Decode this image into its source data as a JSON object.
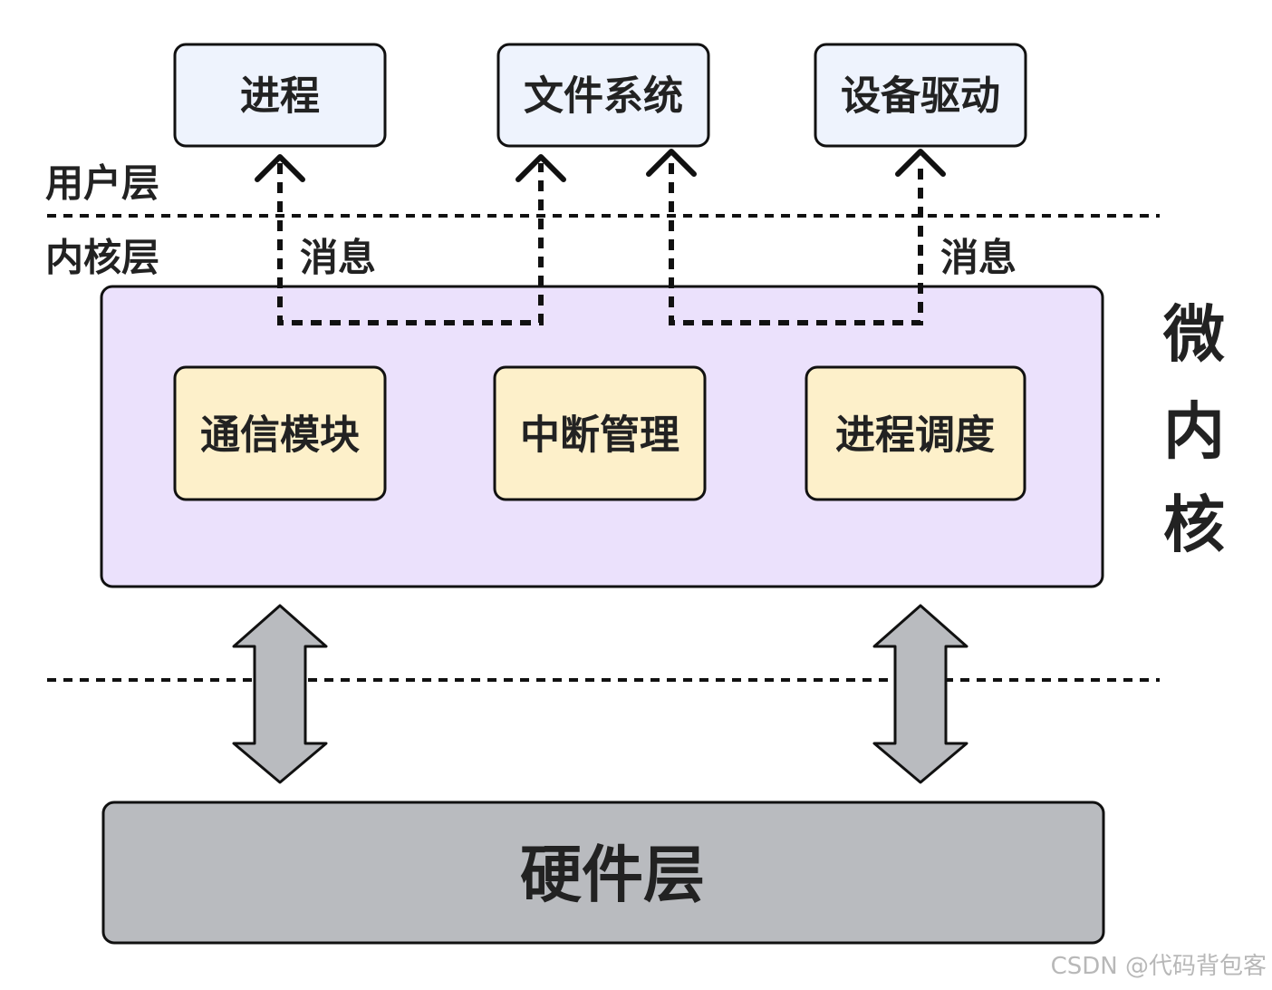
{
  "user_space": {
    "label": "用户层",
    "boxes": [
      "进程",
      "文件系统",
      "设备驱动"
    ]
  },
  "kernel_space": {
    "label": "内核层",
    "message_labels": [
      "消息",
      "消息"
    ],
    "microkernel_label": [
      "微",
      "内",
      "核"
    ],
    "modules": [
      "通信模块",
      "中断管理",
      "进程调度"
    ]
  },
  "hardware": {
    "label": "硬件层"
  },
  "watermark": "CSDN @代码背包客",
  "colors": {
    "user_box_fill": "#eef3fd",
    "kernel_fill": "#ebe1fc",
    "module_fill": "#fdf0ca",
    "hardware_fill": "#b9bbbf",
    "arrow_fill": "#b9bbbf",
    "stroke": "#111111"
  }
}
